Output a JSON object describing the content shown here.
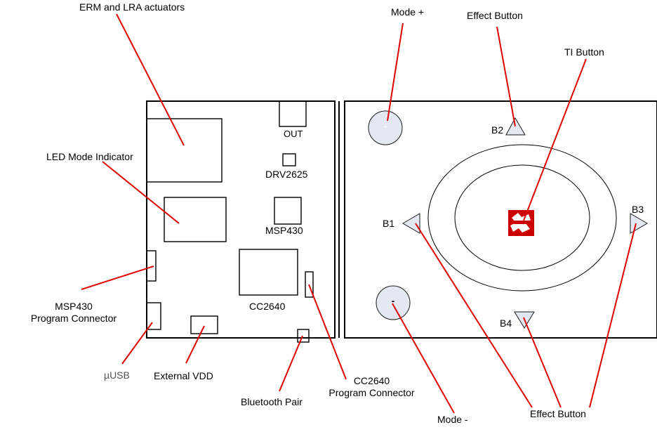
{
  "labels": {
    "erm_lra": "ERM and LRA actuators",
    "led_mode": "LED Mode Indicator",
    "msp430_prog": "MSP430\nProgram Connector",
    "usb": "µUSB",
    "external_vdd": "External VDD",
    "bluetooth_pair": "Bluetooth Pair",
    "cc2640_prog": "CC2640\nProgram Connector",
    "mode_minus_callout": "Mode -",
    "mode_plus_callout": "Mode +",
    "effect_button_top": "Effect Button",
    "ti_button": "TI Button",
    "effect_button_bottom": "Effect Button"
  },
  "board": {
    "out": "OUT",
    "drv2625": "DRV2625",
    "msp430": "MSP430",
    "cc2640": "CC2640"
  },
  "buttons": {
    "b1": "B1",
    "b2": "B2",
    "b3": "B3",
    "b4": "B4",
    "plus_glyph": "+",
    "minus_glyph": "-"
  },
  "colors": {
    "leader_line": "#e00000",
    "outline": "#000000",
    "button_fill": "#e3e8f2",
    "ti_logo": "#cc0000"
  }
}
